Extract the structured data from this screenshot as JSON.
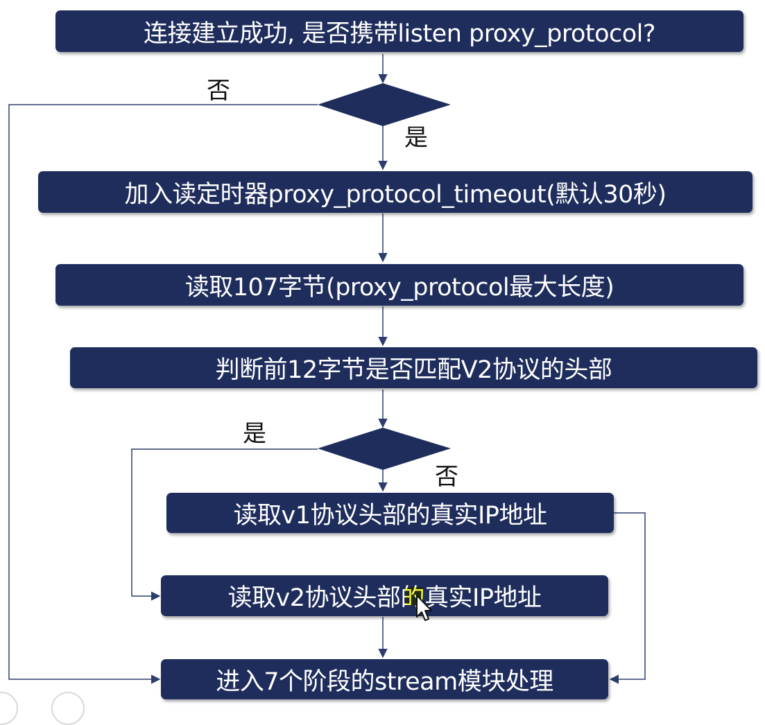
{
  "colors": {
    "box_fill": "#1f2d5c",
    "box_text": "#ffffff",
    "line": "#2b3e6b",
    "label_text": "#111111",
    "highlight": "#f7f21a"
  },
  "nodes": {
    "start": "连接建立成功, 是否携带listen proxy_protocol?",
    "add_timer": "加入读定时器proxy_protocol_timeout(默认30秒)",
    "read_107": "读取107字节(proxy_protocol最大长度)",
    "check_v2": "判断前12字节是否匹配V2协议的头部",
    "read_v1": "读取v1协议头部的真实IP地址",
    "read_v2": "读取v2协议头部的真实IP地址",
    "stream": "进入7个阶段的stream模块处理"
  },
  "decisions": {
    "d1": {
      "no": "否",
      "yes": "是"
    },
    "d2": {
      "yes": "是",
      "no": "否"
    }
  },
  "icons": {
    "cursor": "mouse-pointer-icon",
    "highlight": "text-highlight-mark"
  }
}
